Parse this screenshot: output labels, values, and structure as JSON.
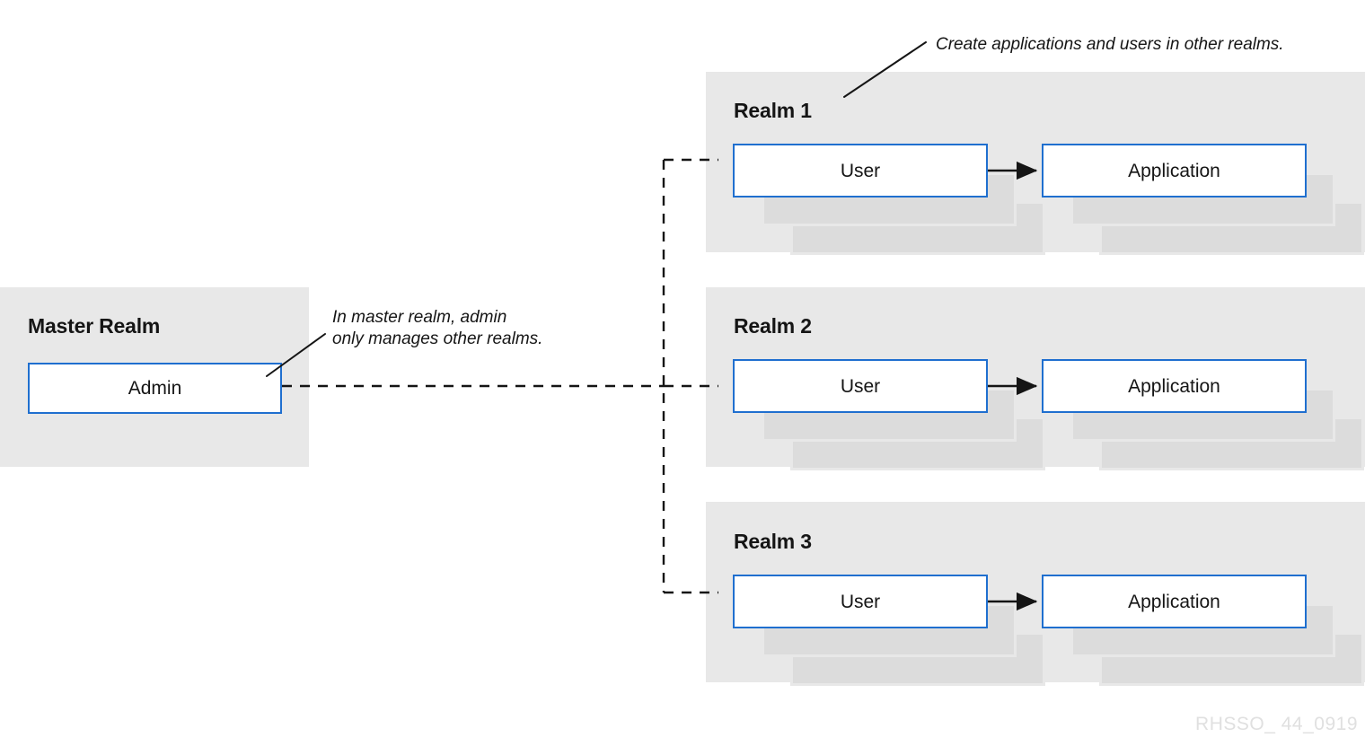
{
  "diagram": {
    "footer_id": "RHSSO_ 44_0919",
    "colors": {
      "panel_bg": "#e8e8e8",
      "box_border": "#1f6fcf",
      "box_fill": "#ffffff",
      "shadow": "#dcdcdc",
      "text": "#151515",
      "footer": "#e0e0e0",
      "arrow": "#151515"
    },
    "master_realm": {
      "title": "Master Realm",
      "entity": {
        "label": "Admin"
      }
    },
    "realms": [
      {
        "title": "Realm 1",
        "user": {
          "label": "User"
        },
        "application": {
          "label": "Application"
        }
      },
      {
        "title": "Realm 2",
        "user": {
          "label": "User"
        },
        "application": {
          "label": "Application"
        }
      },
      {
        "title": "Realm 3",
        "user": {
          "label": "User"
        },
        "application": {
          "label": "Application"
        }
      }
    ],
    "annotations": [
      {
        "text": "Create applications and users in other realms."
      },
      {
        "text": "In master realm, admin\nonly manages other realms."
      }
    ]
  }
}
